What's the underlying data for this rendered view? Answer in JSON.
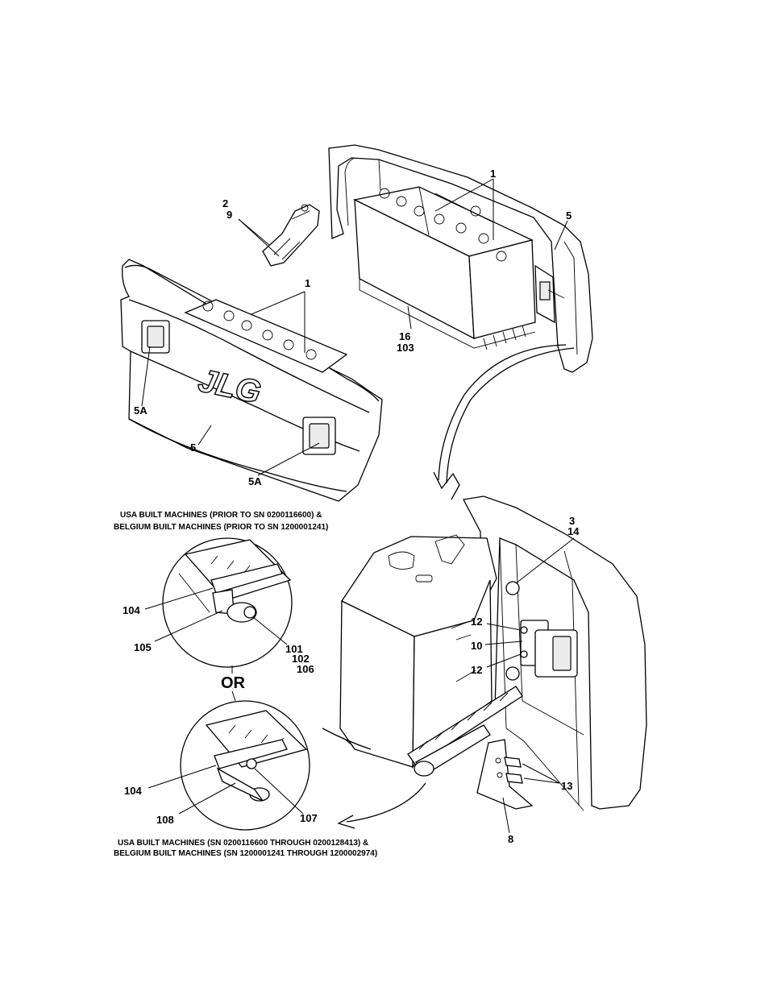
{
  "callouts": {
    "c1_top": "1",
    "c2": "2",
    "c9": "9",
    "c5_top": "5",
    "c1_mid": "1",
    "c16": "16",
    "c103": "103",
    "c5a_left": "5A",
    "c5_mid": "5",
    "c5a_bottom": "5A",
    "c3": "3",
    "c14": "14",
    "c12_top": "12",
    "c10": "10",
    "c12_bottom": "12",
    "c104_top": "104",
    "c105": "105",
    "c101": "101",
    "c102": "102",
    "c106": "106",
    "c104_bottom": "104",
    "c108": "108",
    "c107": "107",
    "c13": "13",
    "c8": "8"
  },
  "captions": {
    "top_line1": "USA BUILT MACHINES (PRIOR TO SN 0200116600) &",
    "top_line2": "BELGIUM BUILT MACHINES (PRIOR TO SN 1200001241)",
    "or": "OR",
    "bottom_line1": "USA BUILT MACHINES (SN 0200116600 THROUGH 0200128413) &",
    "bottom_line2": "BELGIUM BUILT MACHINES (SN 1200001241 THROUGH 1200002974)"
  },
  "logo": {
    "text": "JLG"
  }
}
